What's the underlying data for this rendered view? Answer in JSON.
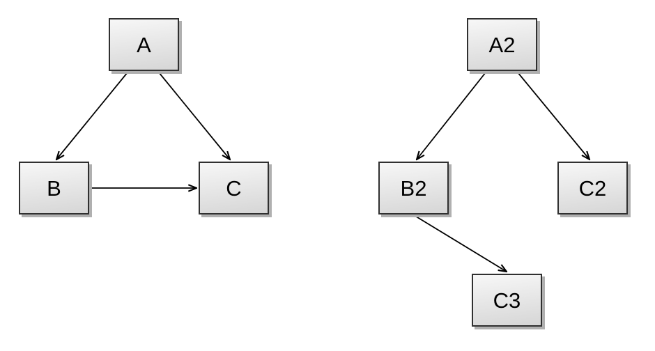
{
  "canvas": {
    "background": "#ffffff"
  },
  "style": {
    "node_fill_top": "#f7f7f7",
    "node_fill_bottom": "#d6d6d6",
    "node_border_color": "#303030",
    "node_shadow_color": "#b0b0b0",
    "edge_color": "#000000",
    "label_color": "#000000"
  },
  "graphs": [
    {
      "id": "left-graph",
      "nodes": [
        {
          "id": "A",
          "label": "A"
        },
        {
          "id": "B",
          "label": "B"
        },
        {
          "id": "C",
          "label": "C"
        }
      ],
      "edges": [
        {
          "from": "A",
          "to": "B"
        },
        {
          "from": "A",
          "to": "C"
        },
        {
          "from": "B",
          "to": "C"
        }
      ]
    },
    {
      "id": "right-graph",
      "nodes": [
        {
          "id": "A2",
          "label": "A2"
        },
        {
          "id": "B2",
          "label": "B2"
        },
        {
          "id": "C2",
          "label": "C2"
        },
        {
          "id": "C3",
          "label": "C3"
        }
      ],
      "edges": [
        {
          "from": "A2",
          "to": "B2"
        },
        {
          "from": "A2",
          "to": "C2"
        },
        {
          "from": "B2",
          "to": "C3"
        }
      ]
    }
  ]
}
